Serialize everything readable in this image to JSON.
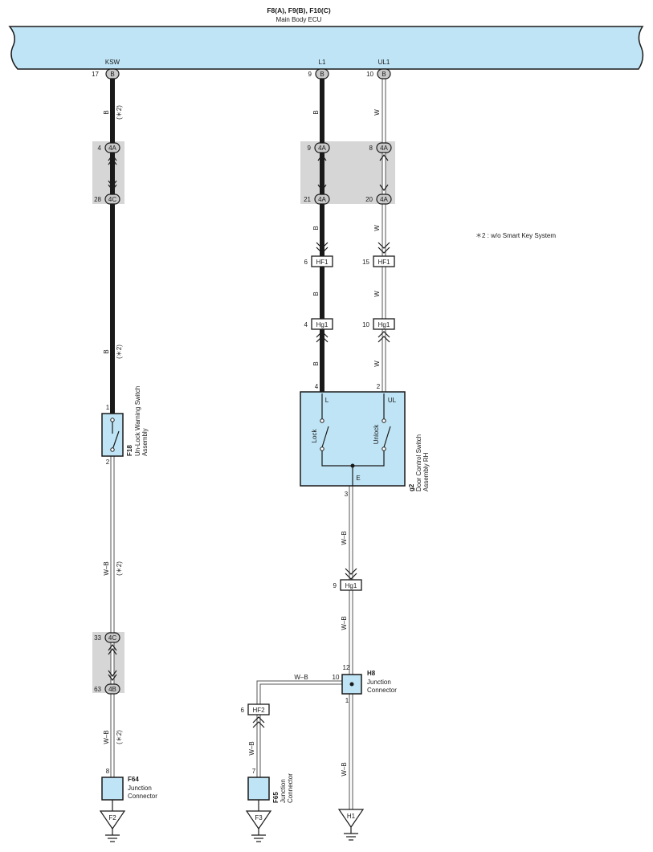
{
  "ecu": {
    "title": "F8(A), F9(B), F10(C)",
    "subtitle": "Main Body ECU",
    "terminals": [
      {
        "label": "KSW",
        "pin": "17",
        "conn": "B"
      },
      {
        "label": "L1",
        "pin": "9",
        "conn": "B"
      },
      {
        "label": "UL1",
        "pin": "10",
        "conn": "B"
      }
    ]
  },
  "note": "＊2 : w/o Smart Key System",
  "wire_colors": {
    "b": "B",
    "w": "W",
    "wb": "W–B"
  },
  "star2": "(＊2)",
  "connectors": {
    "c4a_l": {
      "pin": "4",
      "name": "4A"
    },
    "c4c_l": {
      "pin": "28",
      "name": "4C"
    },
    "c4a_m1": {
      "pin": "9",
      "name": "4A"
    },
    "c4a_m2": {
      "pin": "21",
      "name": "4A"
    },
    "c4a_r1": {
      "pin": "8",
      "name": "4A"
    },
    "c4a_r2": {
      "pin": "20",
      "name": "4A"
    },
    "hf1_m": {
      "pin": "6",
      "name": "HF1"
    },
    "hf1_r": {
      "pin": "15",
      "name": "HF1"
    },
    "hg1_m": {
      "pin": "4",
      "name": "Hg1"
    },
    "hg1_r": {
      "pin": "10",
      "name": "Hg1"
    },
    "hg1_b": {
      "pin": "9",
      "name": "Hg1"
    },
    "c4c_b": {
      "pin": "33",
      "name": "4C"
    },
    "c4b_b": {
      "pin": "63",
      "name": "4B"
    },
    "hf2": {
      "pin": "6",
      "name": "HF2"
    }
  },
  "f18": {
    "ref": "F18",
    "name1": "Un-Lock Warning Switch",
    "name2": "Assembly",
    "pin_top": "1",
    "pin_bot": "2"
  },
  "g2": {
    "ref": "g2",
    "name1": "Door Control Switch",
    "name2": "Assembly RH",
    "pin_l": "4",
    "pin_ul": "2",
    "pin_e": "3",
    "term_l": "L",
    "term_ul": "UL",
    "term_e": "E",
    "sw_lock": "Lock",
    "sw_unlock": "Unlock"
  },
  "h8": {
    "ref": "H8",
    "name1": "Junction",
    "name2": "Connector",
    "pin_top": "12",
    "pin_left": "10",
    "pin_bot": "1"
  },
  "f64": {
    "ref": "F64",
    "name1": "Junction",
    "name2": "Connector",
    "pin": "8"
  },
  "f65": {
    "ref": "F65",
    "name1": "Junction",
    "name2": "Connector",
    "pin": "7"
  },
  "grounds": {
    "f2": "F2",
    "f3": "F3",
    "h1": "H1"
  }
}
